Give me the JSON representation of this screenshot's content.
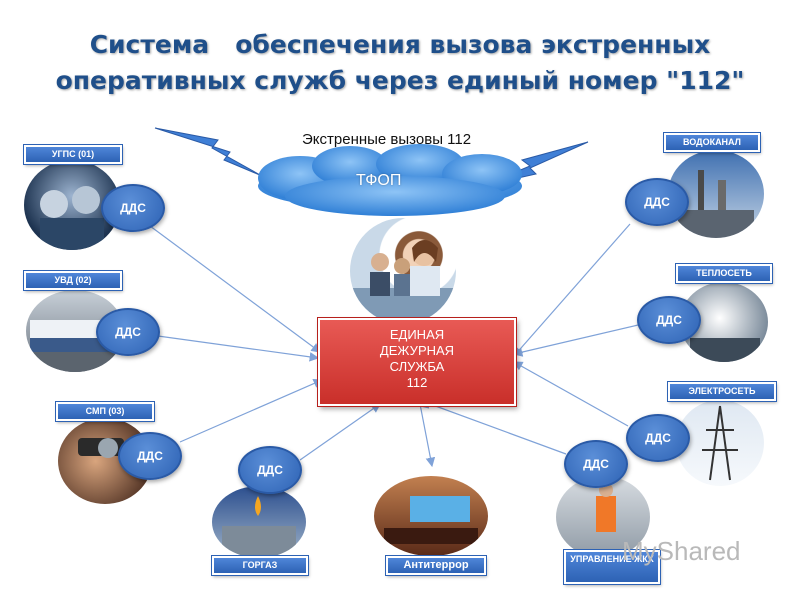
{
  "title_line1_word": "Система",
  "title_line1_rest": "обеспечения вызова экстренных",
  "title_line2": "оперативных служб через единый номер \"112\"",
  "emergency_calls": "Экстренные вызовы 112",
  "cloud_label": "ТФОП",
  "center": {
    "line1": "ЕДИНАЯ",
    "line2": "ДЕЖУРНАЯ",
    "line3": "СЛУЖБА",
    "line4": "112"
  },
  "services": {
    "ugps": "УГПС (01)",
    "uvd": "УВД (02)",
    "smp": "СМП (03)",
    "gorgaz": "ГОРГАЗ",
    "antiterror": "Антитеррор",
    "zhkh": "УПРАВЛЕНИЕ ЖКХ",
    "vodokanal": "ВОДОКАНАЛ",
    "teploset": "ТЕПЛОСЕТЬ",
    "elektroset": "ЭЛЕКТРОСЕТЬ"
  },
  "dds_label": "ДДС",
  "watermark": "MyShared",
  "colors": {
    "title": "#1f4f8a",
    "tag_blue": "#2d62b4",
    "center_red": "#c92f2a",
    "cloud_blue": "#3f8fe0",
    "connector": "#7fa2d8"
  }
}
